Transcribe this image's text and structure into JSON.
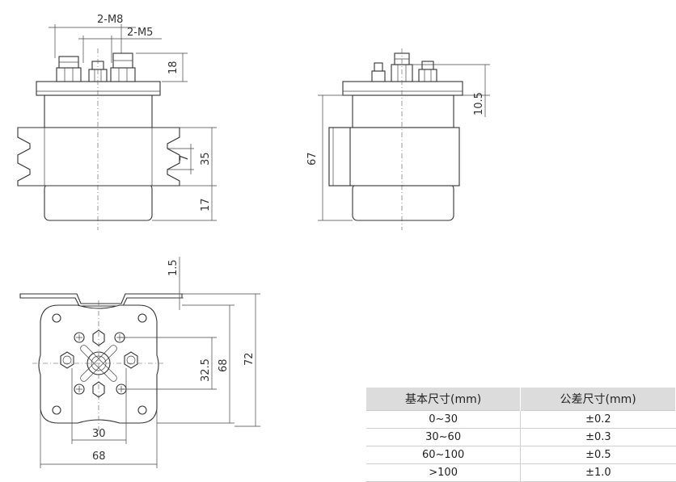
{
  "dimensions": {
    "thread_m8": "2-M8",
    "thread_m5": "2-M5",
    "front_terminal_height": "18",
    "front_band_height": "35",
    "front_slot_width": "7",
    "front_bottom_height": "17",
    "side_terminal_height": "10.5",
    "side_total_height": "67",
    "bottom_plate_thickness": "1.5",
    "bottom_terminal_spacing": "32.5",
    "bottom_mount_spacing": "68",
    "bottom_total_height": "72",
    "bottom_small_spacing": "30",
    "bottom_total_width": "68"
  },
  "tolerance_table": {
    "headers": [
      "基本尺寸(mm)",
      "公差尺寸(mm)"
    ],
    "rows": [
      [
        "0~30",
        "±0.2"
      ],
      [
        "30~60",
        "±0.3"
      ],
      [
        "60~100",
        "±0.5"
      ],
      [
        ">100",
        "±1.0"
      ]
    ]
  }
}
